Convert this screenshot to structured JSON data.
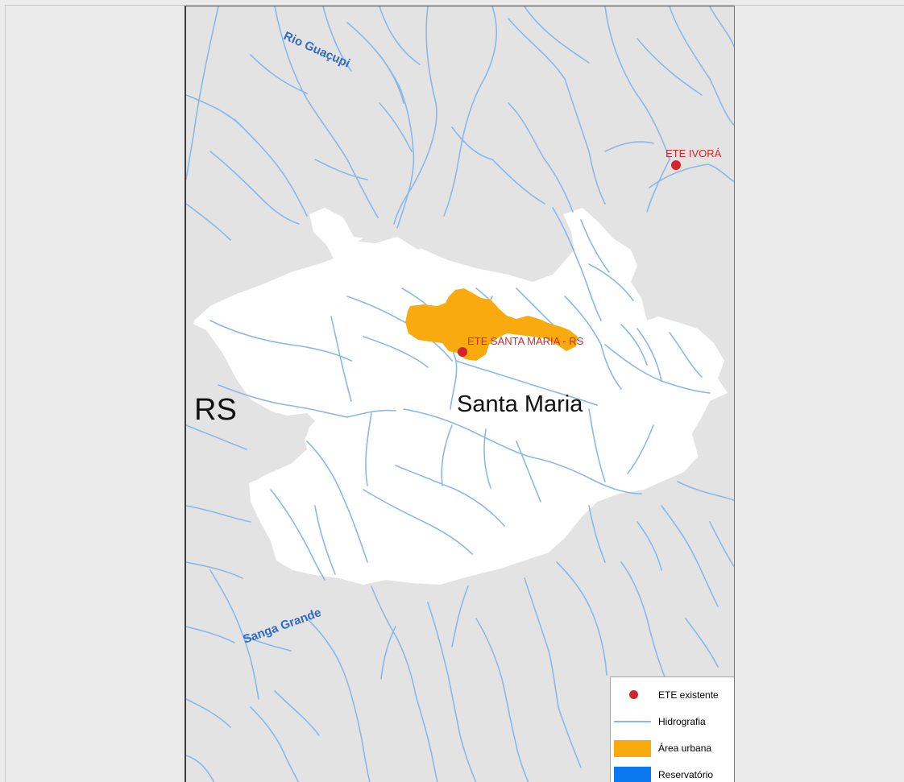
{
  "map": {
    "state_label": "RS",
    "city_label": "Santa Maria",
    "rivers": {
      "guacupi": "Rio Guaçupi",
      "sanga_grande": "Sanga Grande"
    },
    "points": [
      {
        "label": "ETE SANTA MARIA - RS"
      },
      {
        "label": "ETE IVORÁ"
      }
    ],
    "colors": {
      "background_region": "#e3e3e3",
      "municipality": "#ffffff",
      "hydrography": "#8ab8e8",
      "urban_area": "#f8aa0e",
      "ete_point": "#d7242b",
      "river_label": "#2f6bc4",
      "reservoir": "#0a79f0"
    }
  },
  "legend": {
    "items": [
      {
        "label": "ETE existente",
        "symbol": "point",
        "color": "#d7242b"
      },
      {
        "label": "Hidrografia",
        "symbol": "line",
        "color": "#8ab8e8"
      },
      {
        "label": "Área urbana",
        "symbol": "fill",
        "color": "#f8aa0e"
      },
      {
        "label": "Reservatório",
        "symbol": "fill",
        "color": "#0a79f0"
      }
    ]
  }
}
